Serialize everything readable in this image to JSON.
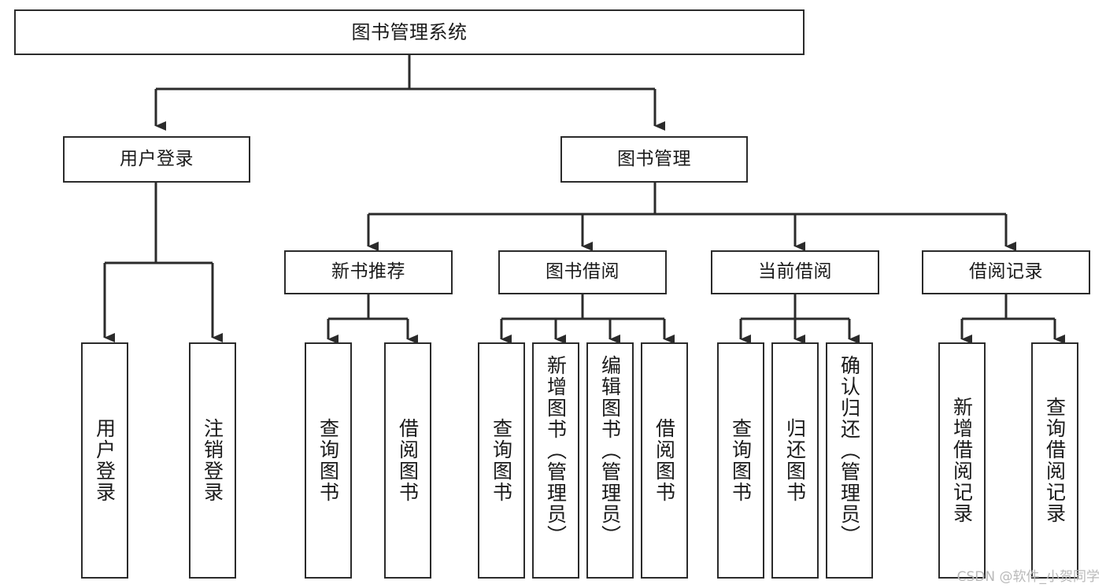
{
  "diagram": {
    "title": "图书管理系统",
    "type": "hierarchy-tree",
    "watermark": "CSDN @软件_小贺同学",
    "colors": {
      "background": "#ffffff",
      "border": "#2b2b2b",
      "text": "#1a1a1a",
      "edge": "#2b2b2b",
      "watermark": "#b9b9b9"
    },
    "levels": {
      "root": "图书管理系统",
      "level2": [
        "用户登录",
        "图书管理"
      ],
      "level3": [
        "新书推荐",
        "图书借阅",
        "当前借阅",
        "借阅记录"
      ]
    },
    "nodes": {
      "root": {
        "label": "图书管理系统"
      },
      "user_login": {
        "label": "用户登录"
      },
      "book_manage": {
        "label": "图书管理"
      },
      "new_book_rec": {
        "label": "新书推荐"
      },
      "book_borrow": {
        "label": "图书借阅"
      },
      "current_borrow": {
        "label": "当前借阅"
      },
      "borrow_record": {
        "label": "借阅记录"
      },
      "leaf_user_login": {
        "label": "用户登录"
      },
      "leaf_logout": {
        "label": "注销登录"
      },
      "leaf_query_book_1": {
        "label": "查询图书"
      },
      "leaf_borrow_book_1": {
        "label": "借阅图书"
      },
      "leaf_query_book_2": {
        "label": "查询图书"
      },
      "leaf_add_book": {
        "label": "新增图书（管理员）"
      },
      "leaf_edit_book": {
        "label": "编辑图书（管理员）"
      },
      "leaf_borrow_book_2": {
        "label": "借阅图书"
      },
      "leaf_query_book_3": {
        "label": "查询图书"
      },
      "leaf_return_book": {
        "label": "归还图书"
      },
      "leaf_confirm_return": {
        "label": "确认归还（管理员）"
      },
      "leaf_add_record": {
        "label": "新增借阅记录"
      },
      "leaf_query_record": {
        "label": "查询借阅记录"
      }
    }
  }
}
